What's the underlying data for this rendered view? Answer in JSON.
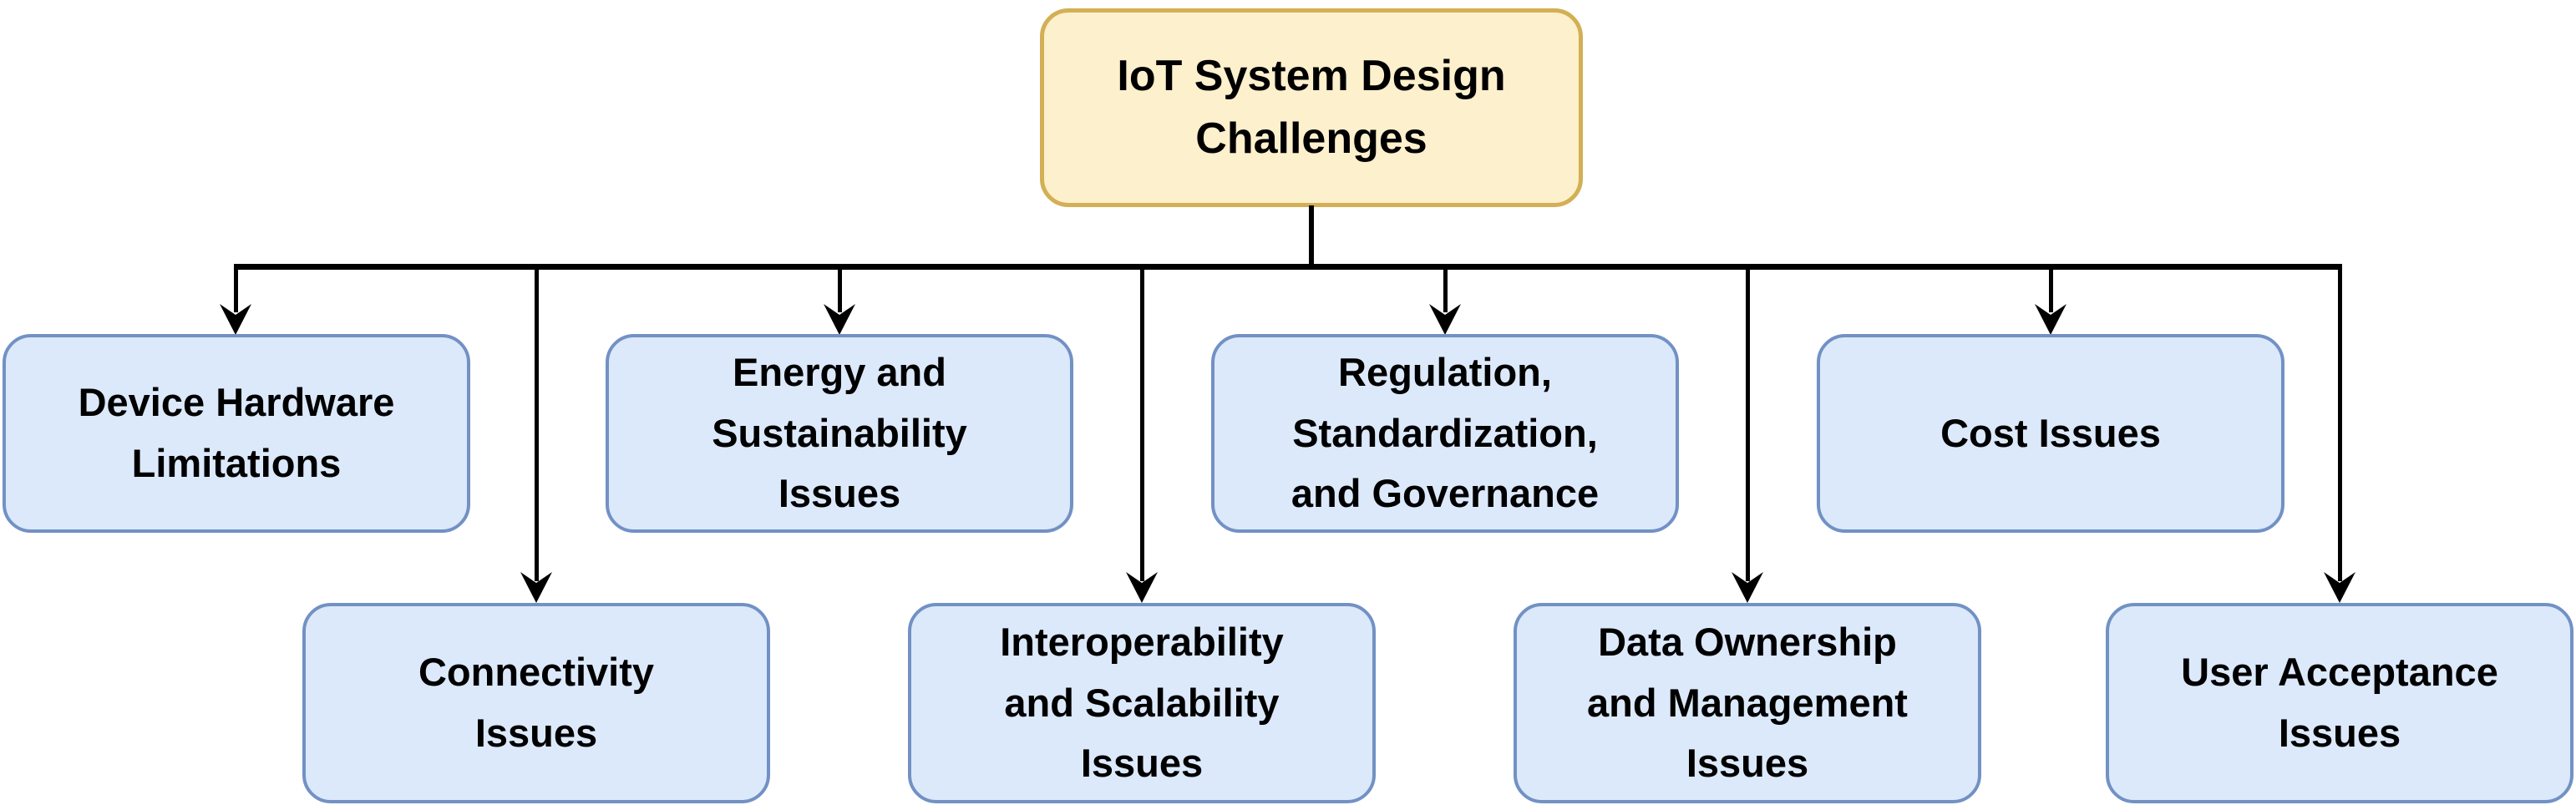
{
  "diagram": {
    "type": "hierarchy-flowchart",
    "root": {
      "id": "iot-system-design-challenges",
      "label": "IoT System Design\nChallenges"
    },
    "children": [
      {
        "id": "device-hardware-limitations",
        "label": "Device Hardware\nLimitations",
        "row": "top"
      },
      {
        "id": "connectivity-issues",
        "label": "Connectivity\nIssues",
        "row": "bottom"
      },
      {
        "id": "energy-and-sustainability-issues",
        "label": "Energy and\nSustainability\nIssues",
        "row": "top"
      },
      {
        "id": "interoperability-and-scalability-issues",
        "label": "Interoperability\nand Scalability\nIssues",
        "row": "bottom"
      },
      {
        "id": "regulation-standardization-governance",
        "label": "Regulation,\nStandardization,\nand Governance",
        "row": "top"
      },
      {
        "id": "data-ownership-and-management-issues",
        "label": "Data Ownership\nand Management\nIssues",
        "row": "bottom"
      },
      {
        "id": "cost-issues",
        "label": "Cost Issues",
        "row": "top"
      },
      {
        "id": "user-acceptance-issues",
        "label": "User Acceptance\nIssues",
        "row": "bottom"
      }
    ],
    "colors": {
      "background": "#FFFFFF",
      "root_fill": "#FDF0CC",
      "root_border": "#D3AF55",
      "child_fill": "#DCE9FB",
      "child_border": "#7291C4",
      "connector": "#000000",
      "text": "#000000"
    }
  }
}
